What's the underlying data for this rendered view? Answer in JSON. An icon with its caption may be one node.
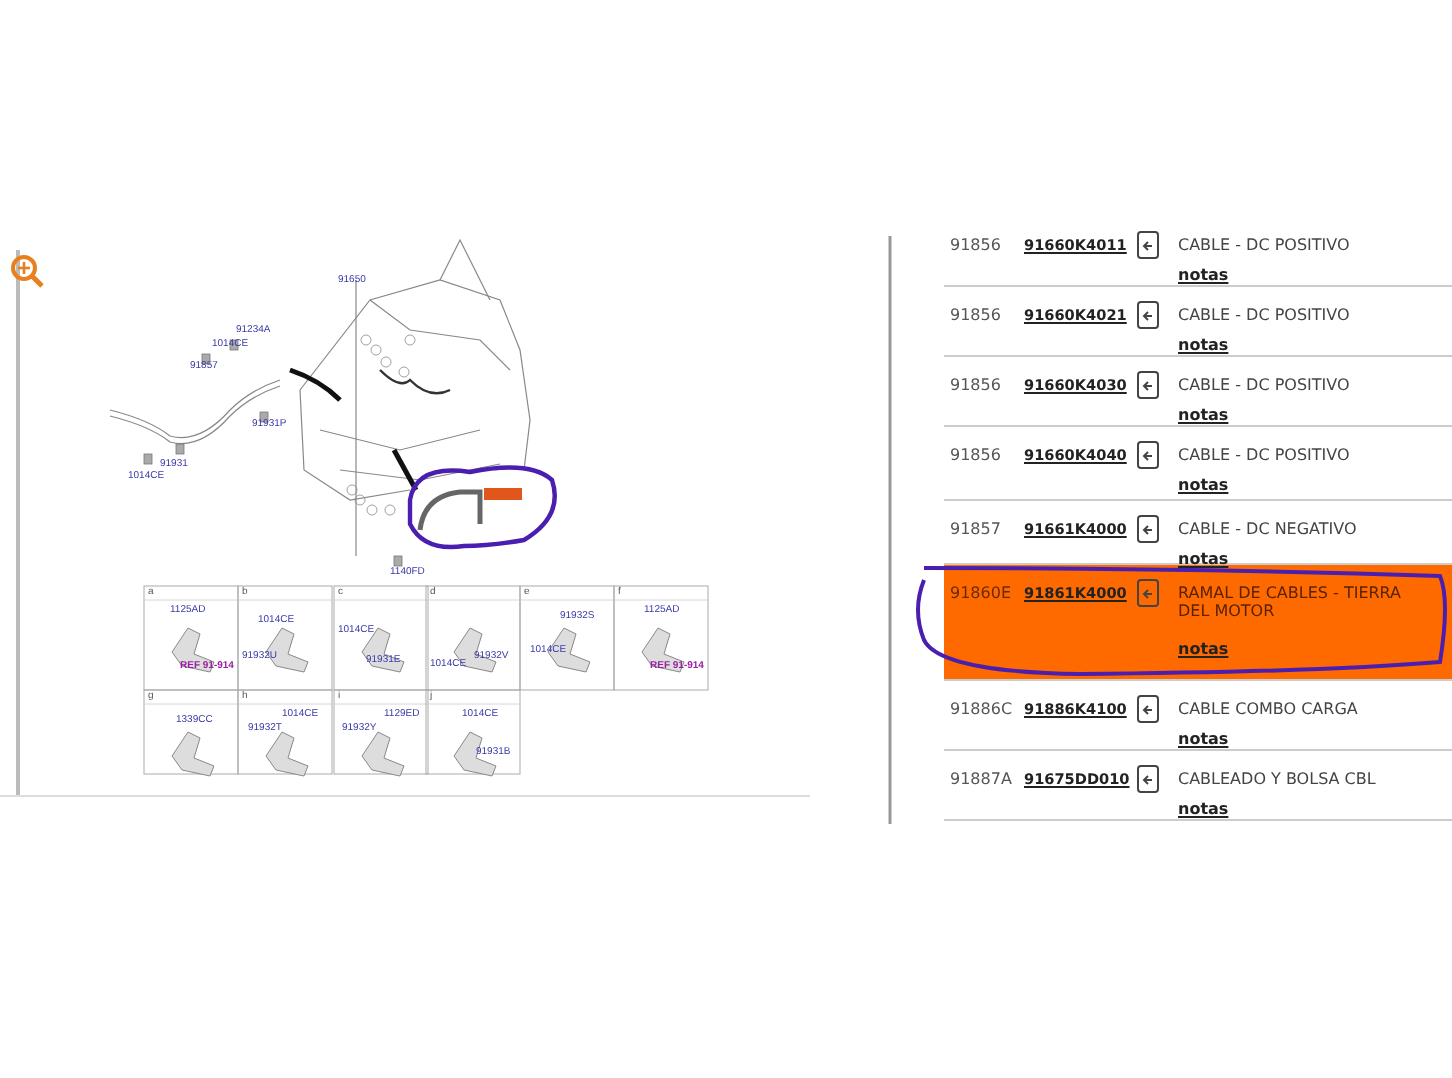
{
  "diagram": {
    "labels": [
      "91650",
      "91234A",
      "1014CE",
      "91857",
      "91931P",
      "91931",
      "1014CE",
      "1140FD",
      "a",
      "1125AD",
      "REF 91-914",
      "b",
      "1014CE",
      "91932U",
      "c",
      "1014CE",
      "91931E",
      "d",
      "91932V",
      "1014CE",
      "e",
      "91932S",
      "1014CE",
      "f",
      "1125AD",
      "REF 91-914",
      "g",
      "1339CC",
      "h",
      "1014CE",
      "91932T",
      "i",
      "1129ED",
      "91932Y",
      "j",
      "1014CE",
      "91931B",
      "91856",
      "91660K4011",
      "CABLE - DC POSITIVO",
      "notas",
      "91856",
      "91660K4021",
      "CABLE - DC POSITIVO",
      "notas",
      "91856",
      "91660K4030",
      "CABLE - DC POSITIVO",
      "notas",
      "91856",
      "91660K4040",
      "CABLE - DC POSITIVO",
      "notas",
      "91857",
      "91661K4000",
      "CABLE - DC NEGATIVO",
      "notas",
      "91860E",
      "91861K4000",
      "RAMAL DE CABLES - TIERRA DEL MOTOR",
      "notas",
      "91886C",
      "91886K4100",
      "CABLE COMBO CARGA",
      "notas",
      "91887A",
      "91675DD010",
      "CABLEADO Y BOLSA CBL",
      "notas"
    ]
  }
}
